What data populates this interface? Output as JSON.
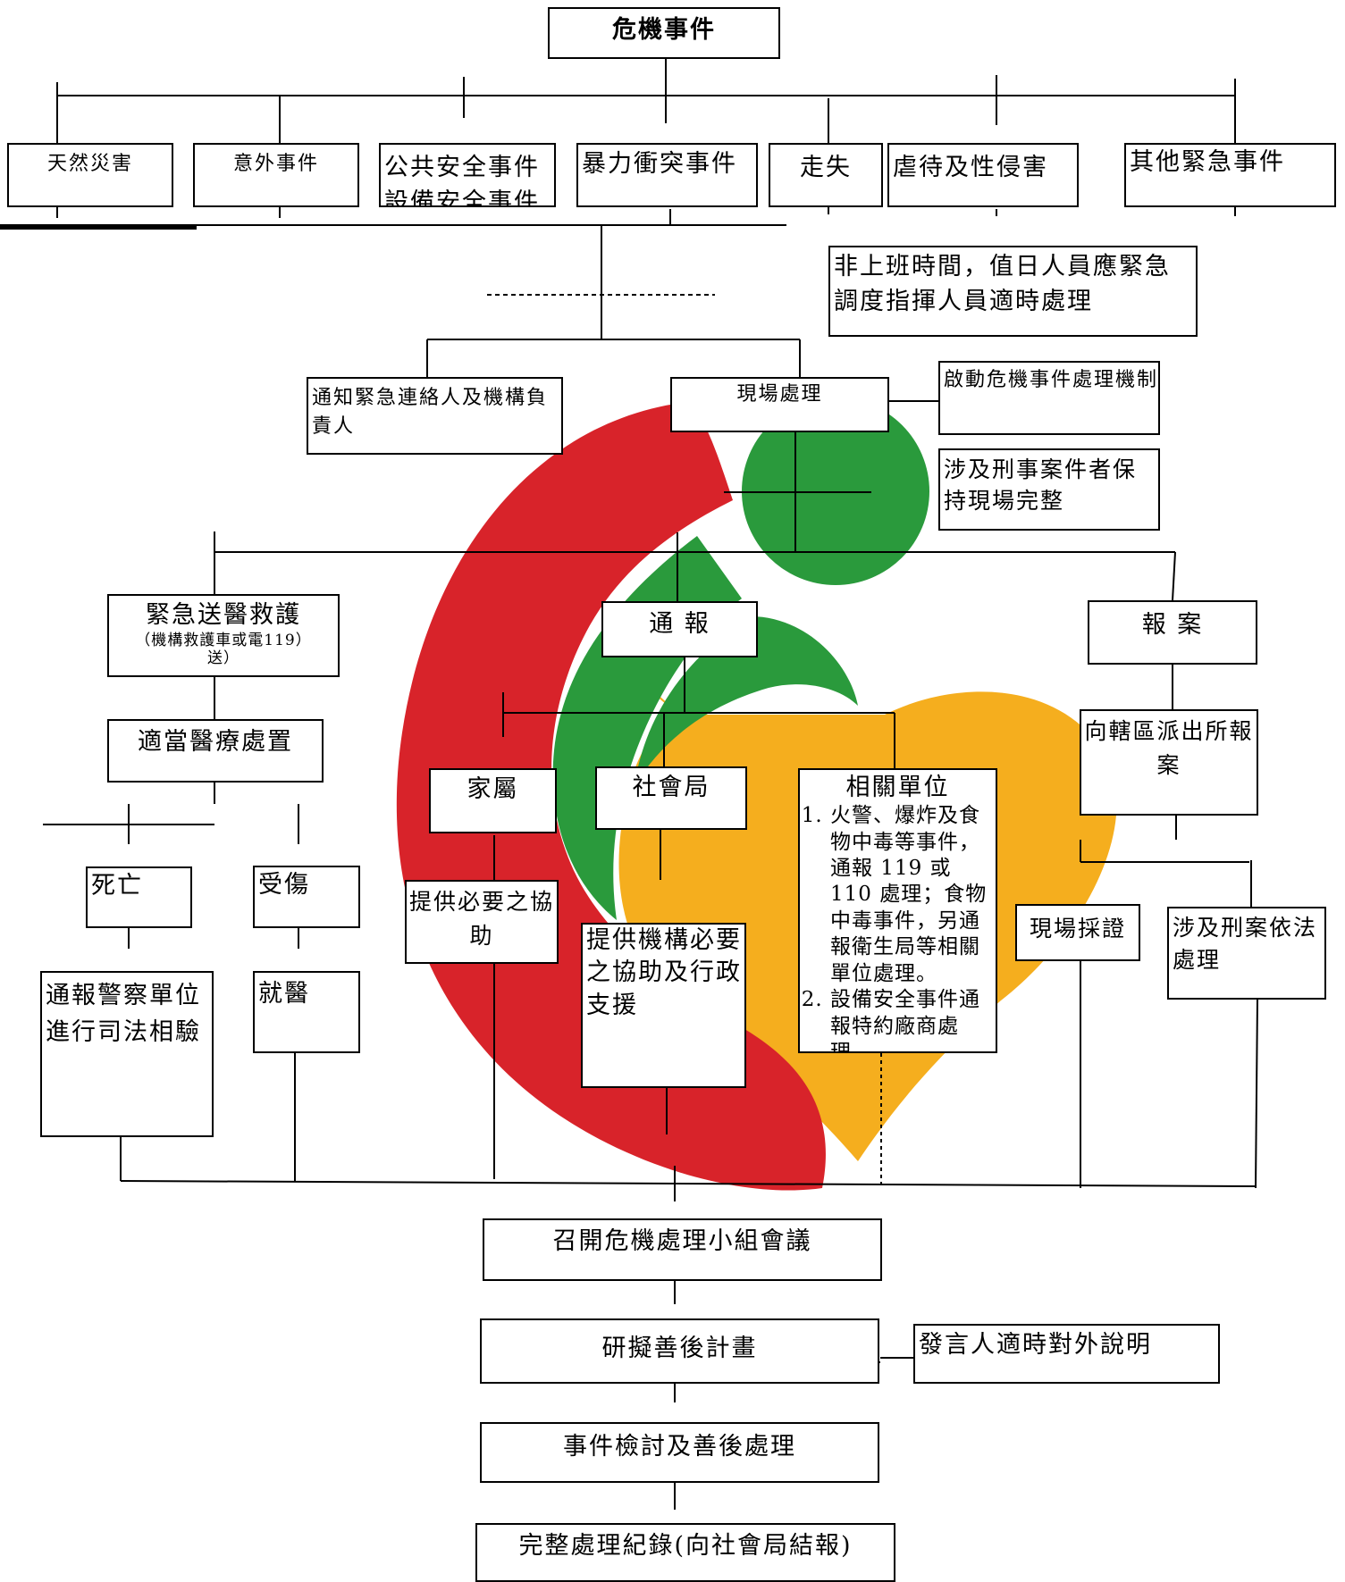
{
  "colors": {
    "red": "#d8232a",
    "green": "#2a9a3c",
    "orange": "#f5ae1e",
    "line": "#000000"
  },
  "title": "危機事件",
  "categories": {
    "natural": "天然災害",
    "accident": "意外事件",
    "public_safety": "公共安全事件",
    "equipment_safety": "設備安全事件",
    "violence": "暴力衝突事件",
    "missing": "走失",
    "abuse": "虐待及性侵害",
    "other": "其他緊急事件"
  },
  "after_hours_note": "非上班時間，值日人員應緊急調度指揮人員適時處理",
  "notify_contacts": "通知緊急連絡人及機構負責人",
  "on_site": "現場處理",
  "activate_mechanism": "啟動危機事件處理機制",
  "preserve_scene": "涉及刑事案件者保持現場完整",
  "emergency_medical": {
    "title": "緊急送醫救護",
    "sub": "（機構救護車或電119）",
    "overflow": "送）"
  },
  "proper_treatment": "適當醫療處置",
  "death": "死亡",
  "injury": "受傷",
  "report_police_forensic": "通報警察單位進行司法相驗",
  "see_doctor": "就醫",
  "notify": "通 報",
  "report_case": "報 案",
  "family": "家屬",
  "social_bureau": "社會局",
  "related_units": {
    "title": "相關單位",
    "items": [
      "火警、爆炸及食物中毒等事件，通報 119 或 110 處理；食物中毒事件，另通報衛生局等相關單位處理。",
      "設備安全事件通報特約廠商處理。"
    ]
  },
  "family_help": "提供必要之協助",
  "bureau_help": "提供機構必要之協助及行政支援",
  "police_station": "向轄區派出所報案",
  "evidence": "現場採證",
  "criminal_law": "涉及刑案依法處理",
  "crisis_meeting": "召開危機處理小組會議",
  "aftercare_plan": "研擬善後計畫",
  "spokesperson": "發言人適時對外說明",
  "review": "事件檢討及善後處理",
  "record": "完整處理紀錄(向社會局結報)"
}
